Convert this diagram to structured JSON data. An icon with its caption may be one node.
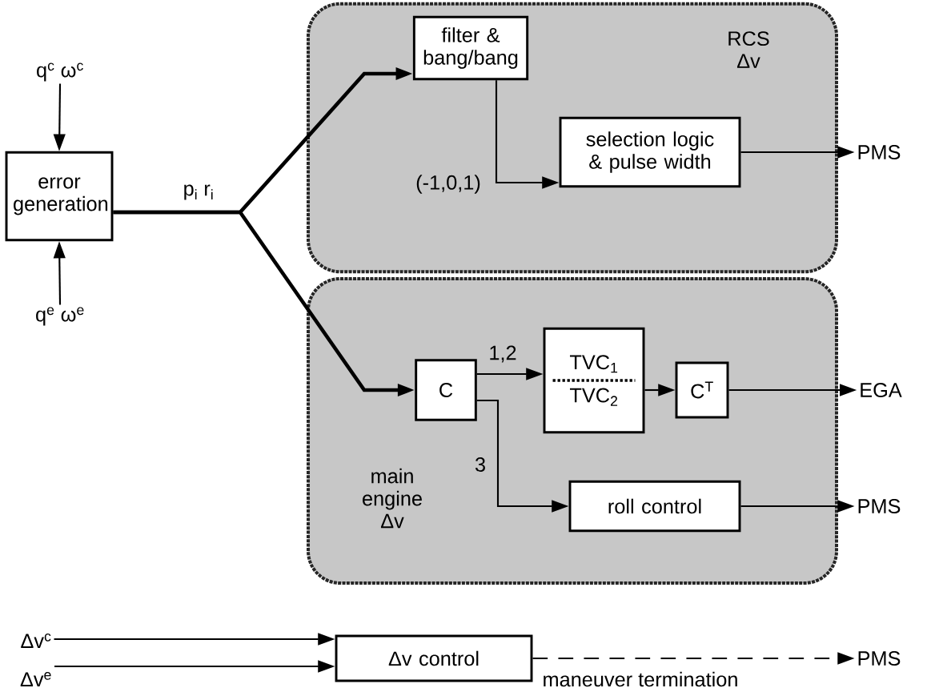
{
  "diagram": {
    "nodes": [
      {
        "text": [
          "RCS Δv"
        ]
      },
      {
        "text": [
          "filter & bang/bang"
        ],
        "in": 0
      },
      {
        "text": [
          "selection logic & pulse width"
        ],
        "in": 0
      },
      {
        "text": [
          "PMS"
        ]
      },
      {
        "text": [
          "error generation"
        ]
      },
      {
        "text": [
          "q$^{c}$ ω$^{c}$"
        ]
      },
      {
        "text": [
          "q$^{e}$ ω$^{e}$"
        ]
      },
      {
        "text": [
          "main engine Δv"
        ]
      },
      {
        "text": [
          "C"
        ],
        "in": 7
      },
      {
        "text": [
          "TVC$_{1}$",
          "TVC$_{2}$"
        ],
        "in": 7
      },
      {
        "text": [
          "C$^{T}$"
        ],
        "in": 7
      },
      {
        "text": [
          "EGA"
        ]
      },
      {
        "text": [
          "roll control"
        ],
        "in": 7
      },
      {
        "text": [
          "PMS"
        ]
      },
      {
        "text": [
          "Δv$^{c}$"
        ]
      },
      {
        "text": [
          "Δv$^{e}$"
        ]
      },
      {
        "text": [
          "Δv control"
        ]
      },
      {
        "text": [
          "PMS"
        ]
      }
    ],
    "edges": [
      {
        "from": 5,
        "to": 4,
        "arrow": "to"
      },
      {
        "from": 6,
        "to": 4,
        "arrow": "to"
      },
      {
        "from": 4,
        "to": 1,
        "arrow": "to",
        "style": "thick",
        "label": "p$_{i}$ r$_{i}$"
      },
      {
        "from": 4,
        "to": 8,
        "arrow": "to",
        "style": "thick"
      },
      {
        "from": 1,
        "to": 2,
        "arrow": "to",
        "label": "(-1,0,1)"
      },
      {
        "from": 2,
        "to": 3,
        "arrow": "to"
      },
      {
        "from": 8,
        "to": 9,
        "arrow": "to",
        "label": "1,2"
      },
      {
        "from": 9,
        "to": 10,
        "arrow": "to"
      },
      {
        "from": 10,
        "to": 11,
        "arrow": "to"
      },
      {
        "from": 8,
        "to": 12,
        "arrow": "to",
        "label": "3"
      },
      {
        "from": 12,
        "to": 13,
        "arrow": "to"
      },
      {
        "from": 14,
        "to": 16,
        "arrow": "to"
      },
      {
        "from": 15,
        "to": 16,
        "arrow": "to"
      },
      {
        "from": 16,
        "to": 17,
        "arrow": "to",
        "style": "dashed",
        "label": "maneuver termination"
      }
    ]
  }
}
